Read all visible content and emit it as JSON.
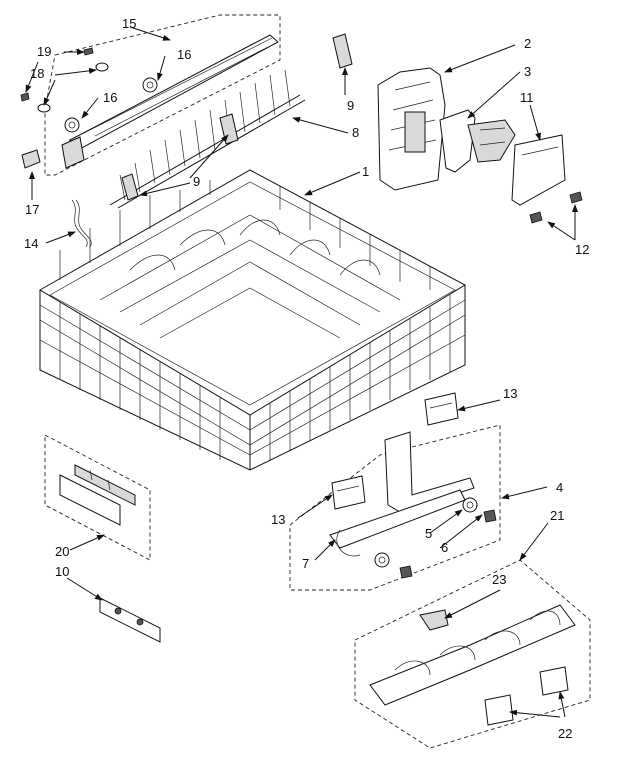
{
  "diagram": {
    "callouts": [
      {
        "id": "c1",
        "text": "1"
      },
      {
        "id": "c2",
        "text": "2"
      },
      {
        "id": "c3",
        "text": "3"
      },
      {
        "id": "c4",
        "text": "4"
      },
      {
        "id": "c5",
        "text": "5"
      },
      {
        "id": "c6",
        "text": "6"
      },
      {
        "id": "c7",
        "text": "7"
      },
      {
        "id": "c8",
        "text": "8"
      },
      {
        "id": "c9a",
        "text": "9"
      },
      {
        "id": "c9b",
        "text": "9"
      },
      {
        "id": "c10",
        "text": "10"
      },
      {
        "id": "c11",
        "text": "11"
      },
      {
        "id": "c12",
        "text": "12"
      },
      {
        "id": "c13a",
        "text": "13"
      },
      {
        "id": "c13b",
        "text": "13"
      },
      {
        "id": "c14",
        "text": "14"
      },
      {
        "id": "c15",
        "text": "15"
      },
      {
        "id": "c16a",
        "text": "16"
      },
      {
        "id": "c16b",
        "text": "16"
      },
      {
        "id": "c17",
        "text": "17"
      },
      {
        "id": "c18",
        "text": "18"
      },
      {
        "id": "c19",
        "text": "19"
      },
      {
        "id": "c20",
        "text": "20"
      },
      {
        "id": "c21",
        "text": "21"
      },
      {
        "id": "c22",
        "text": "22"
      },
      {
        "id": "c23",
        "text": "23"
      }
    ]
  }
}
